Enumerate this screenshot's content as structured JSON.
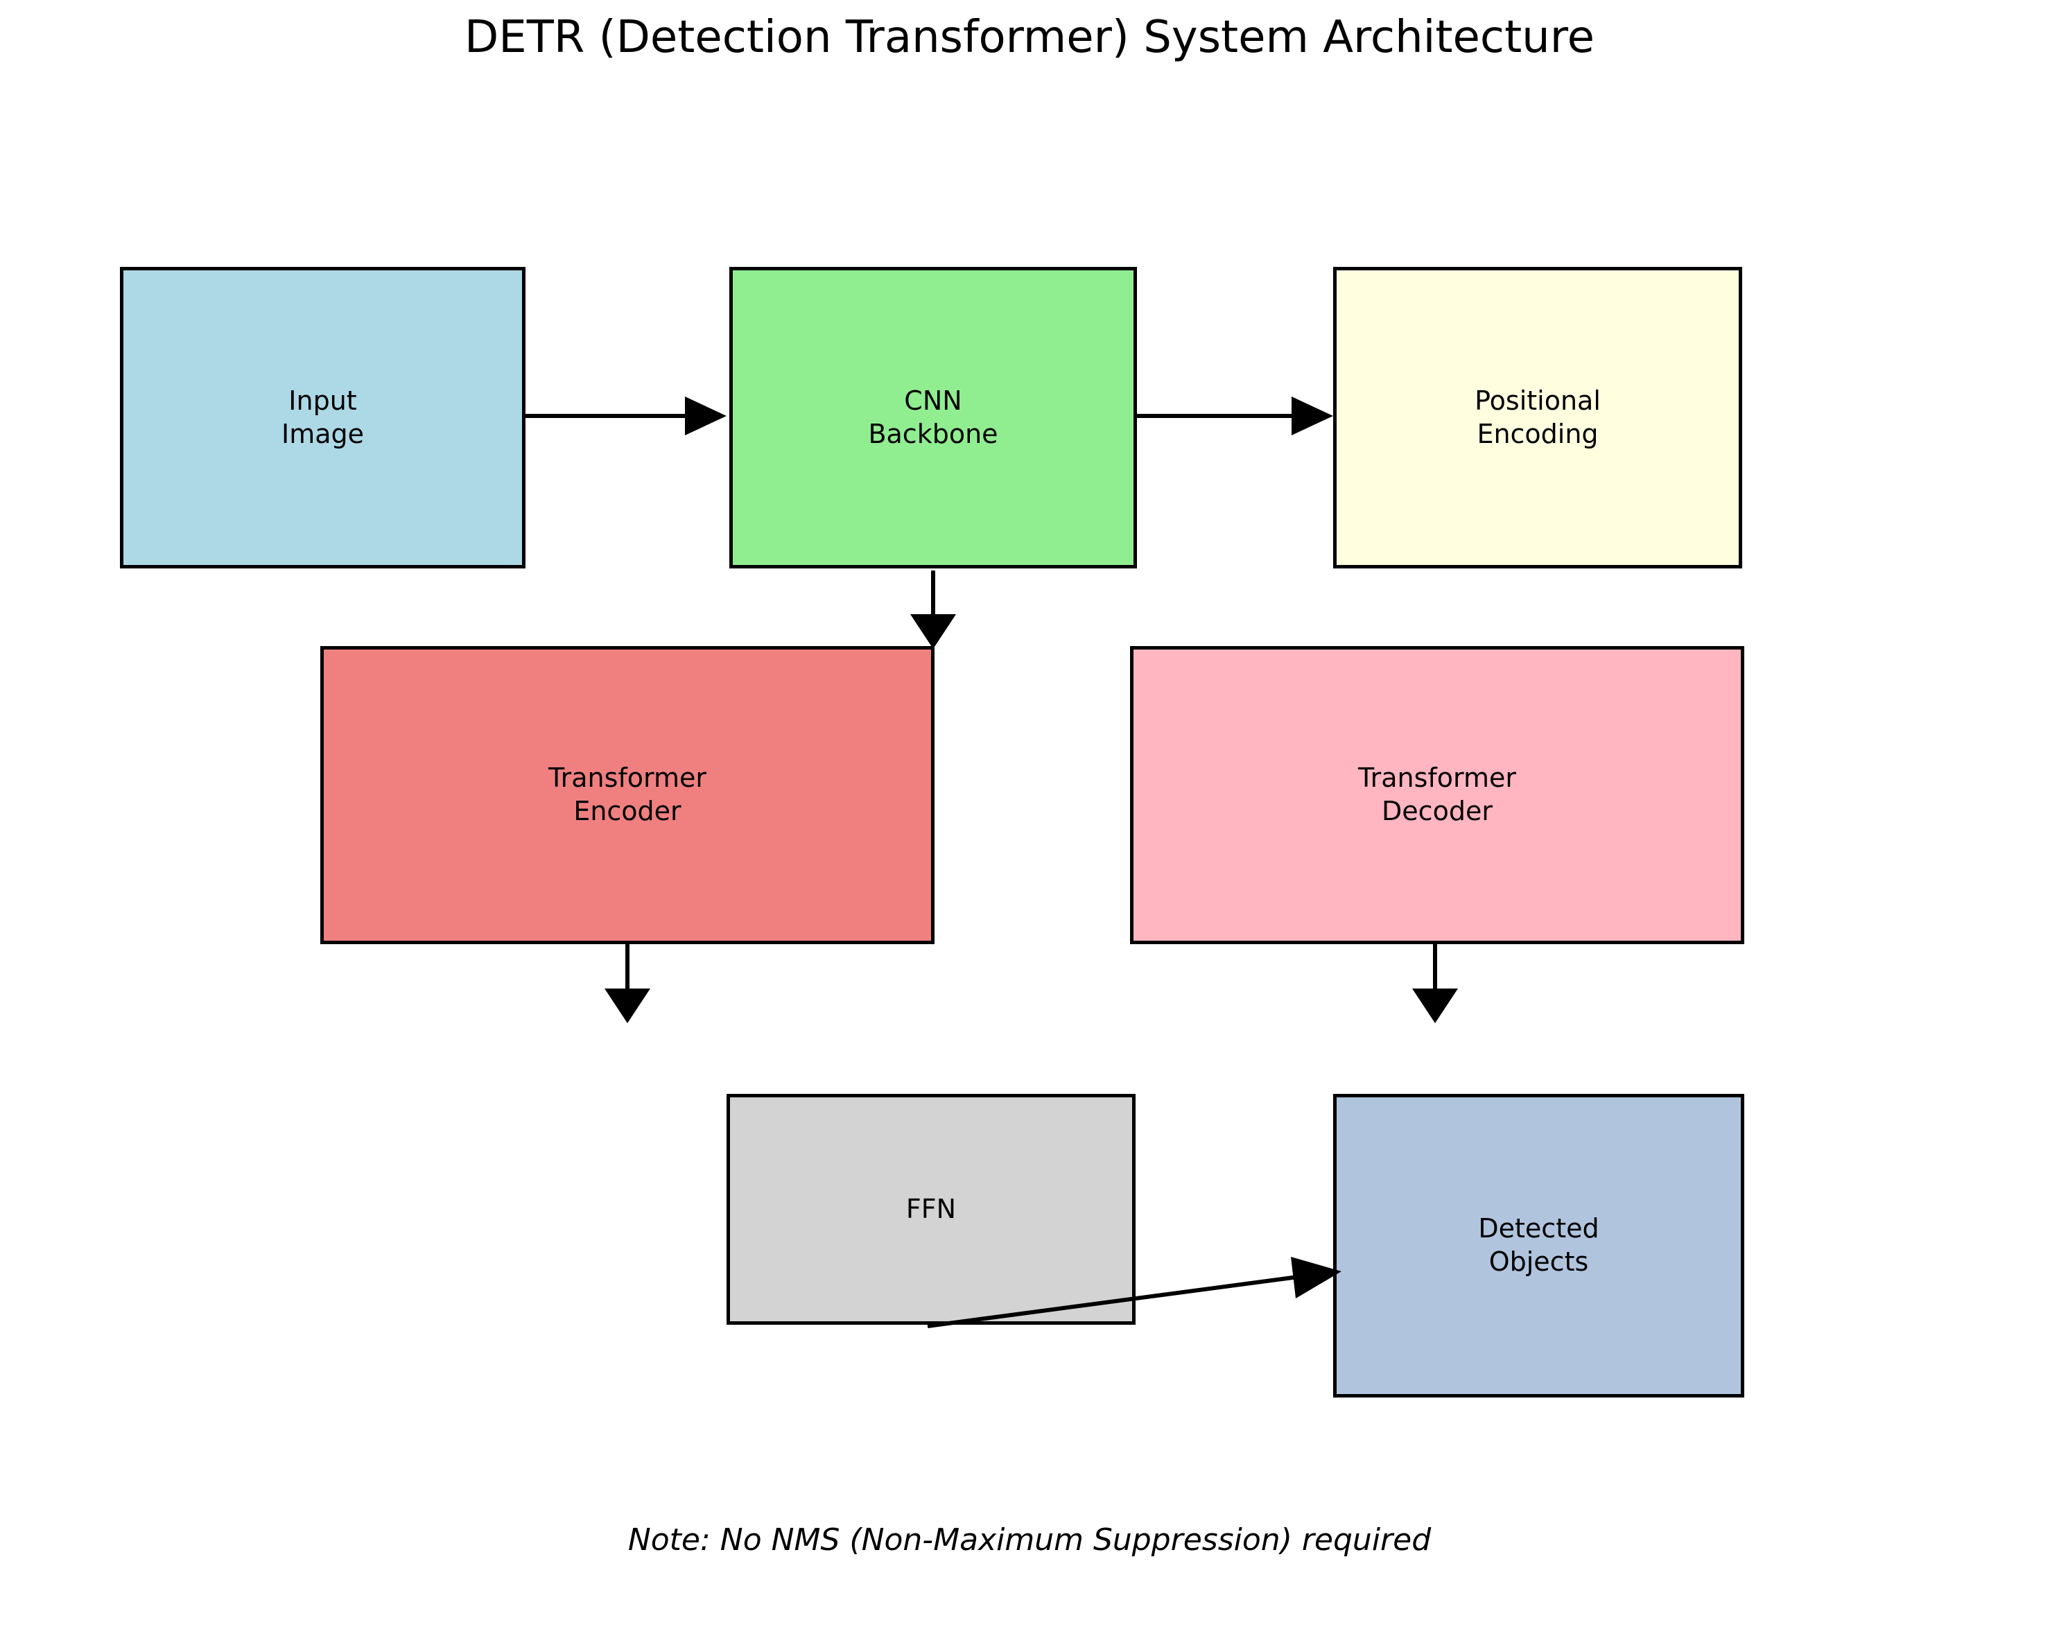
{
  "title": "DETR (Detection Transformer) System Architecture",
  "note": "Note: No NMS (Non-Maximum Suppression) required",
  "diagram": {
    "background": "#ffffff",
    "line_color": "#000000",
    "text_color": "#000000",
    "nodes": [
      {
        "id": "input-image",
        "label": "Input\nImage",
        "fill": "#ADD8E6"
      },
      {
        "id": "cnn-backbone",
        "label": "CNN\nBackbone",
        "fill": "#90EE90"
      },
      {
        "id": "positional-encoding",
        "label": "Positional\nEncoding",
        "fill": "#FFFFE0"
      },
      {
        "id": "transformer-encoder",
        "label": "Transformer\nEncoder",
        "fill": "#F08080"
      },
      {
        "id": "transformer-decoder",
        "label": "Transformer\nDecoder",
        "fill": "#FFB6C1"
      },
      {
        "id": "ffn",
        "label": "FFN",
        "fill": "#D3D3D3"
      },
      {
        "id": "detected-objects",
        "label": "Detected\nObjects",
        "fill": "#B0C4DE"
      }
    ],
    "edges": [
      {
        "from": "input-image",
        "to": "cnn-backbone",
        "direction": "right"
      },
      {
        "from": "cnn-backbone",
        "to": "positional-encoding",
        "direction": "right"
      },
      {
        "from": "cnn-backbone",
        "to": "transformer-encoder",
        "direction": "down"
      },
      {
        "from": "transformer-encoder",
        "to": null,
        "direction": "down"
      },
      {
        "from": "transformer-decoder",
        "to": null,
        "direction": "down"
      },
      {
        "from": "ffn",
        "to": "detected-objects",
        "direction": "right-up"
      }
    ]
  }
}
